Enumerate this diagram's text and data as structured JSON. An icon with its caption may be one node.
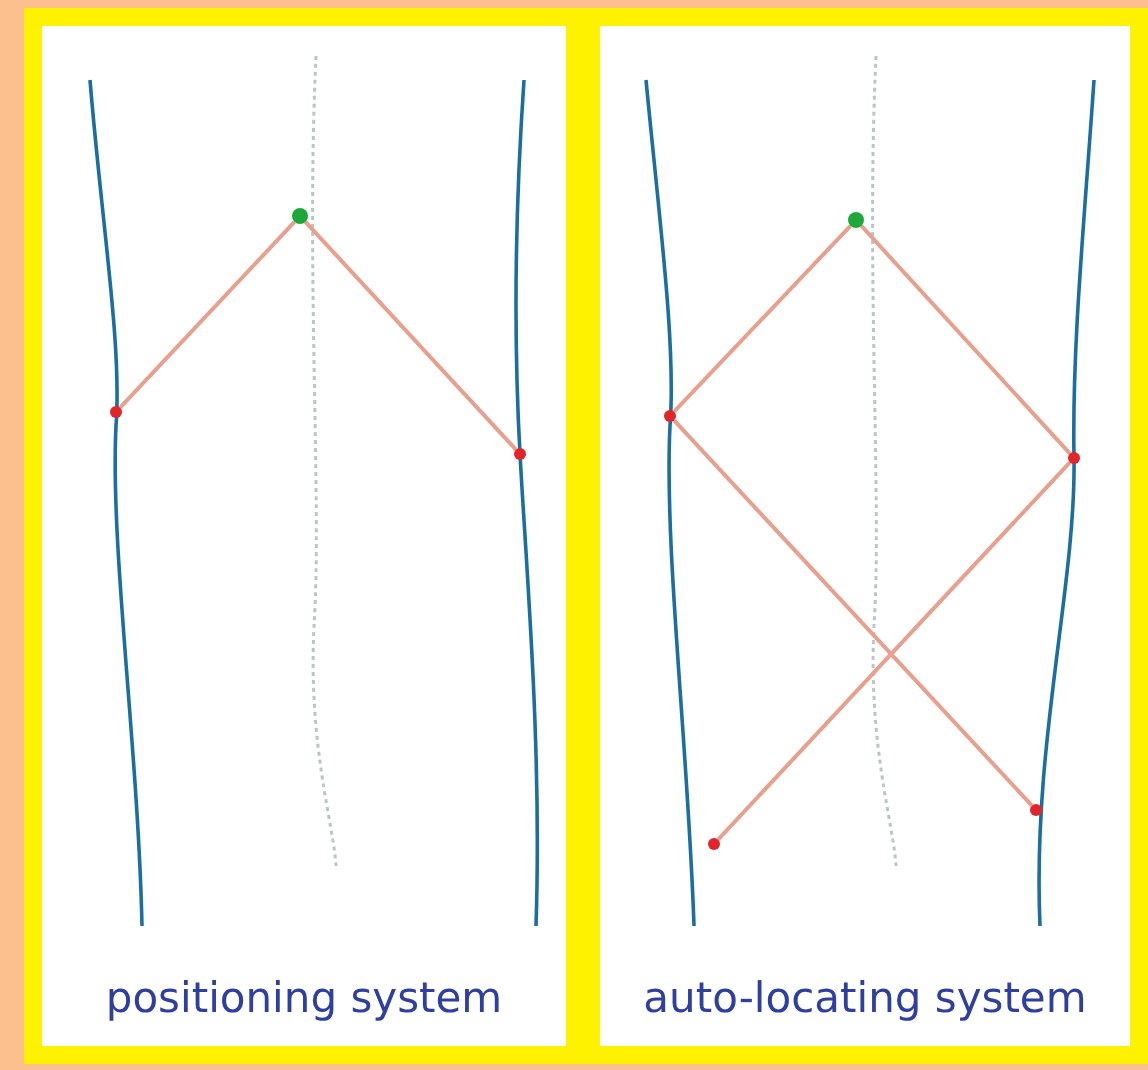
{
  "diagram": {
    "nodes": [
      {
        "text": [
          "positioning system"
        ]
      },
      {
        "text": [],
        "shape": "circle",
        "in": 0
      },
      {
        "text": [],
        "shape": "circle",
        "in": 0
      },
      {
        "text": [],
        "shape": "circle",
        "in": 0
      },
      {
        "text": [
          "auto-locating system"
        ]
      },
      {
        "text": [],
        "shape": "circle",
        "in": 4
      },
      {
        "text": [],
        "shape": "circle",
        "in": 4
      },
      {
        "text": [],
        "shape": "circle",
        "in": 4
      },
      {
        "text": [],
        "shape": "circle",
        "in": 4
      },
      {
        "text": [],
        "shape": "circle",
        "in": 4
      }
    ],
    "edges": [
      {
        "from": 1,
        "to": 2,
        "arrow": "none"
      },
      {
        "from": 1,
        "to": 3,
        "arrow": "none"
      },
      {
        "from": 5,
        "to": 6,
        "arrow": "none"
      },
      {
        "from": 5,
        "to": 7,
        "arrow": "none"
      },
      {
        "from": 6,
        "to": 8,
        "arrow": "none"
      },
      {
        "from": 7,
        "to": 9,
        "arrow": "none"
      }
    ]
  }
}
